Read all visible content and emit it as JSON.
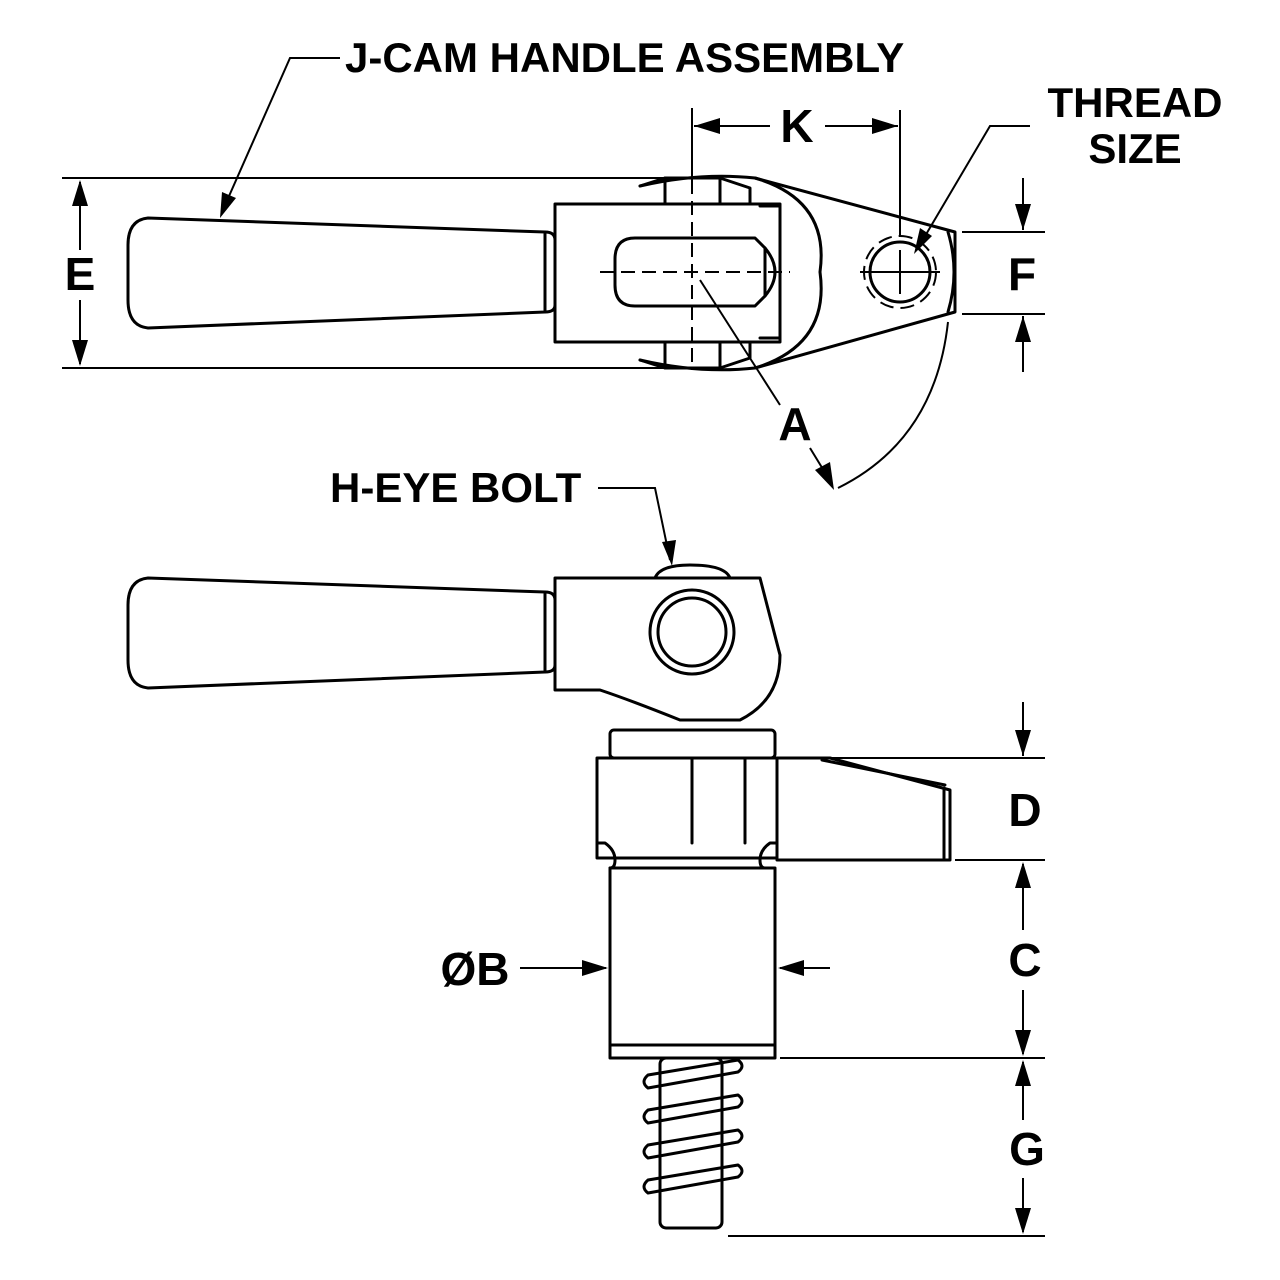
{
  "labels": {
    "j_cam_handle": "J-CAM HANDLE ASSEMBLY",
    "h_eye_bolt": "H-EYE BOLT",
    "thread_size_line1": "THREAD",
    "thread_size_line2": "SIZE",
    "dim_a": "A",
    "dim_b": "ØB",
    "dim_c": "C",
    "dim_d": "D",
    "dim_e": "E",
    "dim_f": "F",
    "dim_g": "G",
    "dim_k": "K"
  }
}
